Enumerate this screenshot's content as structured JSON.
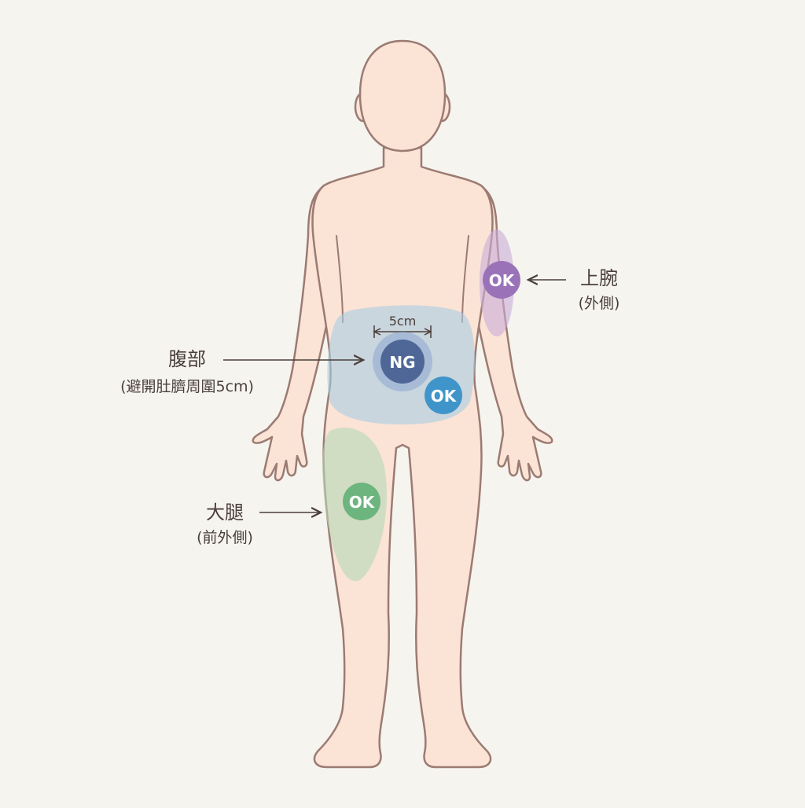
{
  "labels": {
    "abdomen": {
      "title": "腹部",
      "note": "(避開肚臍周圍5cm)"
    },
    "upper_arm": {
      "title": "上腕",
      "note": "(外側)"
    },
    "thigh": {
      "title": "大腿",
      "note": "(前外側)"
    }
  },
  "dimension": "5cm",
  "badges": {
    "navel": "NG",
    "abdomen": "OK",
    "upper_arm": "OK",
    "thigh": "OK"
  },
  "colors": {
    "background": "#f6f4ef",
    "skin": "#fbe3d6",
    "outline": "#9b7b72",
    "abdomen_zone": "#a9cde3",
    "abdomen_badge": "#3f95c9",
    "ng_badge": "#4f6796",
    "arm_zone": "#c9acd9",
    "arm_badge": "#9a72b8",
    "thigh_zone": "#b5d9b5",
    "thigh_badge": "#6db57e",
    "text": "#4a3f3a"
  }
}
